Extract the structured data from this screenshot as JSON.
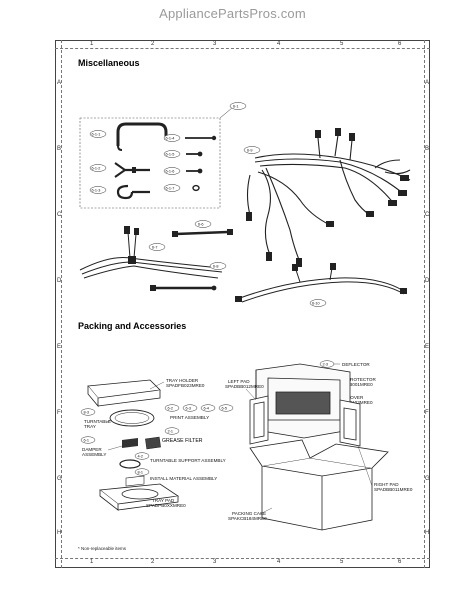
{
  "watermark": "AppliancePartsPros.com",
  "sections": {
    "misc_title": "Miscellaneous",
    "packing_title": "Packing and Accessories"
  },
  "grid": {
    "columns": [
      "1",
      "2",
      "3",
      "4",
      "5",
      "6"
    ],
    "rows": [
      "A",
      "B",
      "C",
      "D",
      "E",
      "F",
      "G",
      "H"
    ]
  },
  "misc_tags": {
    "t61": "6-1",
    "t611": "6-1-1",
    "t612": "6-1-2",
    "t613": "6-1-3",
    "t614": "6-1-4",
    "t615": "6-1-5",
    "t616": "6-1-6",
    "t617": "6-1-7",
    "t66": "6-6",
    "t67": "6-7",
    "t68": "6-8",
    "t69": "6-9",
    "t610": "6-10"
  },
  "packing": {
    "tag_23": "2-3",
    "deflector": "DEFLECTOR",
    "door_protector": "DOOR PROTECTOR",
    "door_protector_code": "SPADPB001MRE0",
    "tray_holder": "TRAY HOLDER",
    "tray_holder_code": "SPADFB023MRE0",
    "left_pad": "LEFT PAD",
    "left_pad_code": "SPADBB012MRE0",
    "wrap_cover": "WRAP COVER",
    "wrap_cover_code": "SSAKH0103MRE0",
    "tag_62": "6-2",
    "tag_63": "6-3",
    "tag_64": "6-4",
    "tag_65": "6-5",
    "print_assembly": "PRINT ASSEMBLY",
    "tag_83": "8-3",
    "turntable_tray_1": "TURNTABLE",
    "turntable_tray_2": "TRAY",
    "tag_21": "2-1",
    "grease_filter": "GREASE FILTER",
    "tag_61b": "6-1",
    "damper_1": "DAMPER",
    "damper_2": "ASSEMBLY",
    "tag_42": "4-2",
    "turntable_support": "TURNTABLE SUPPORT ASSEMBLY",
    "tag_81": "8-1",
    "install_material": "INSTALL MATERIAL ASSEMBLY",
    "right_pad": "RIGHT PAD",
    "right_pad_code": "SPADBB011MRE0",
    "tray_pad": "TRAY PAD",
    "tray_pad_code": "SPADPB0XXMRE0",
    "packing_case": "PACKING CASE",
    "packing_case_code": "SPAKCB184MRE0"
  },
  "footnote": "* Non-replaceable items"
}
